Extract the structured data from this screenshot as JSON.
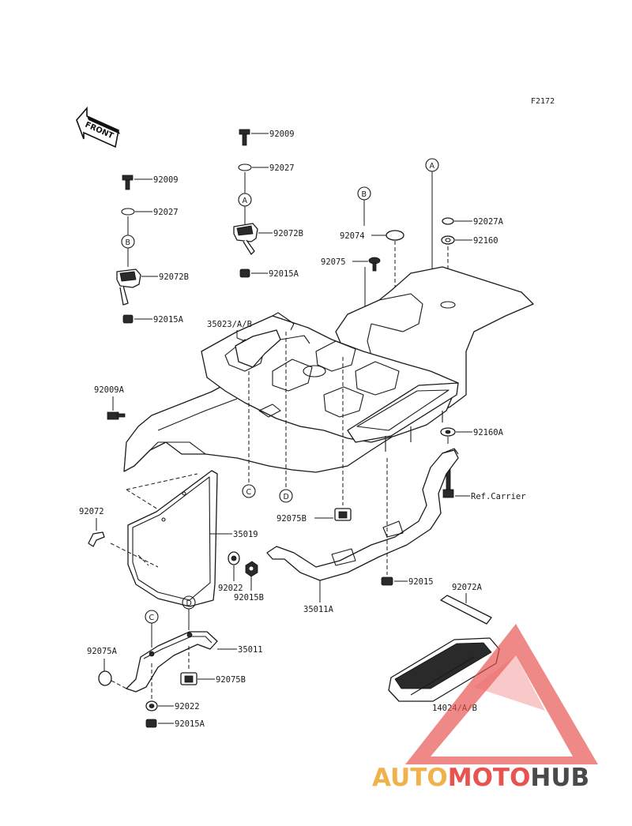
{
  "figure_ref": "F2172",
  "front_label": "FRONT",
  "circle_labels": {
    "a": "A",
    "b": "B",
    "c": "C",
    "d": "D"
  },
  "parts": {
    "p92009_top": "92009",
    "p92027_top": "92027",
    "p92072B_top": "92072B",
    "p92015A_top": "92015A",
    "p92009_left": "92009",
    "p92027_left": "92027",
    "p92072B_left": "92072B",
    "p92015A_left": "92015A",
    "p92074": "92074",
    "p92075": "92075",
    "p92027A": "92027A",
    "p92160": "92160",
    "p35023": "35023/A/B",
    "p92009A": "92009A",
    "p92160A": "92160A",
    "ref_carrier": "Ref.Carrier",
    "p92072": "92072",
    "p35019": "35019",
    "p92075B_mid": "92075B",
    "p92022_mid": "92022",
    "p92015B": "92015B",
    "p35011A": "35011A",
    "p92015": "92015",
    "p92072A": "92072A",
    "p14024": "14024/A/B",
    "p92075A": "92075A",
    "p35011": "35011",
    "p92075B_low": "92075B",
    "p92022_low": "92022",
    "p92015A_low": "92015A"
  },
  "watermark": {
    "part1": "AUTO",
    "part2": "MOTO",
    "part3": "HUB",
    "color1": "#f0b24a",
    "color2": "#e8524f",
    "color3": "#4a4a4a",
    "triangle_color": "#e8524f"
  }
}
